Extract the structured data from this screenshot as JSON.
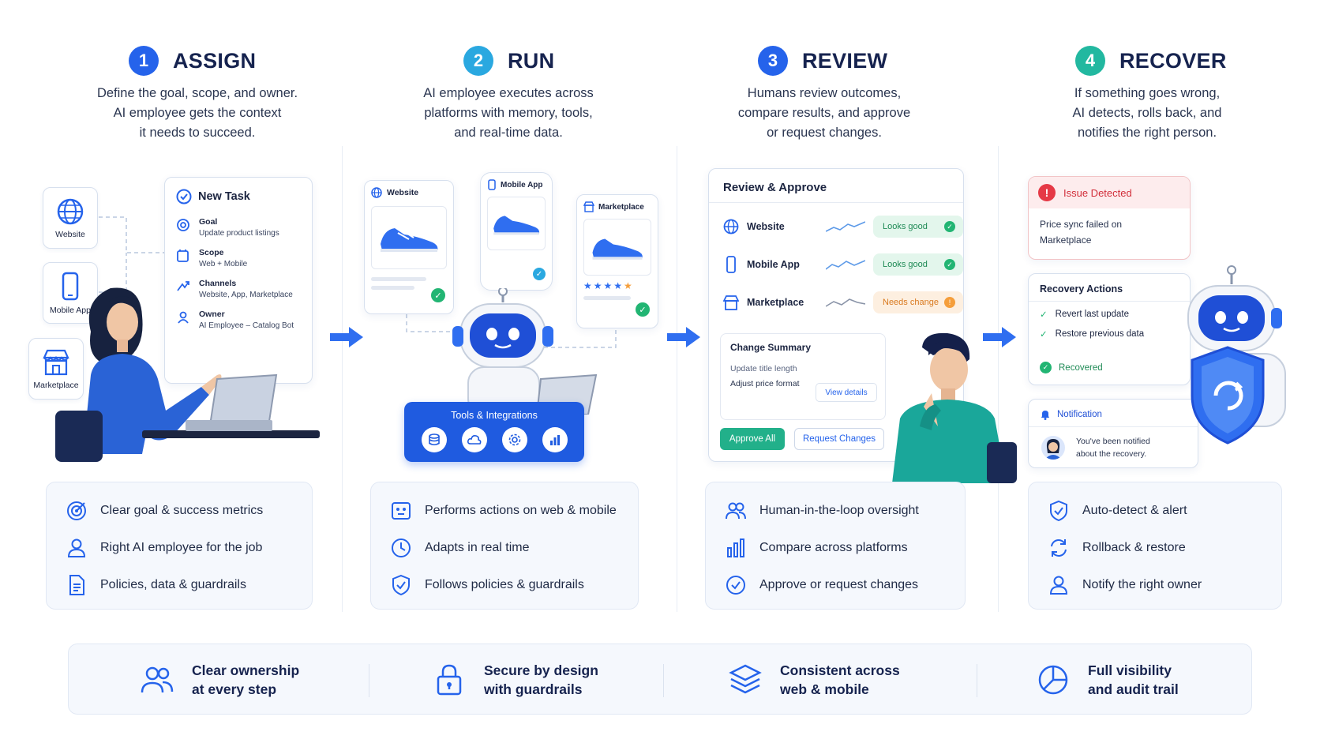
{
  "steps": [
    {
      "number": "1",
      "title": "ASSIGN",
      "color": "#2563eb",
      "desc": [
        "Define the goal, scope, and owner.",
        "AI employee gets the context",
        "it needs to succeed."
      ],
      "features": [
        "Clear goal & success metrics",
        "Right AI employee for the job",
        "Policies, data & guardrails"
      ]
    },
    {
      "number": "2",
      "title": "RUN",
      "color": "#2aa8e0",
      "desc": [
        "AI employee executes across",
        "platforms with memory, tools,",
        "and real-time data."
      ],
      "features": [
        "Performs actions on web & mobile",
        "Adapts in real time",
        "Follows policies & guardrails"
      ]
    },
    {
      "number": "3",
      "title": "REVIEW",
      "color": "#2563eb",
      "desc": [
        "Humans review outcomes,",
        "compare results, and approve",
        "or request changes."
      ],
      "features": [
        "Human-in-the-loop oversight",
        "Compare across platforms",
        "Approve or request changes"
      ]
    },
    {
      "number": "4",
      "title": "RECOVER",
      "color": "#22b8a0",
      "desc": [
        "If something goes wrong,",
        "AI detects, rolls back, and",
        "notifies the right person."
      ],
      "features": [
        "Auto-detect & alert",
        "Rollback & restore",
        "Notify the right owner"
      ]
    }
  ],
  "assign": {
    "platforms": [
      "Website",
      "Mobile App",
      "Marketplace"
    ],
    "task_title": "New Task",
    "task_rows": [
      {
        "key": "Goal",
        "value": "Update product listings"
      },
      {
        "key": "Scope",
        "value": "Web + Mobile"
      },
      {
        "key": "Channels",
        "value": "Website, App, Marketplace"
      },
      {
        "key": "Owner",
        "value": "AI Employee – Catalog Bot"
      }
    ]
  },
  "run": {
    "cards": [
      "Website",
      "Mobile App",
      "Marketplace"
    ],
    "tools_title": "Tools & Integrations"
  },
  "review": {
    "title": "Review & Approve",
    "rows": [
      {
        "name": "Website",
        "status": "Looks good"
      },
      {
        "name": "Mobile App",
        "status": "Looks good"
      },
      {
        "name": "Marketplace",
        "status": "Needs change"
      }
    ],
    "summary_title": "Change Summary",
    "summary_items": [
      "Update title length",
      "Adjust price format"
    ],
    "view_details": "View details",
    "approve_all": "Approve All",
    "request_changes": "Request Changes"
  },
  "recover": {
    "issue_title": "Issue Detected",
    "issue_text": [
      "Price sync failed on",
      "Marketplace"
    ],
    "actions_title": "Recovery Actions",
    "actions": [
      "Revert last update",
      "Restore previous data"
    ],
    "recovered": "Recovered",
    "notification_title": "Notification",
    "notification_text": [
      "You've been notified",
      "about the recovery."
    ]
  },
  "bottom": [
    [
      "Clear ownership",
      "at every step"
    ],
    [
      "Secure by design",
      "with guardrails"
    ],
    [
      "Consistent across",
      "web & mobile"
    ],
    [
      "Full visibility",
      "and audit trail"
    ]
  ],
  "colors": {
    "accent": "#2563eb",
    "green": "#22b573",
    "orange": "#f59e3b",
    "red": "#e53946"
  }
}
